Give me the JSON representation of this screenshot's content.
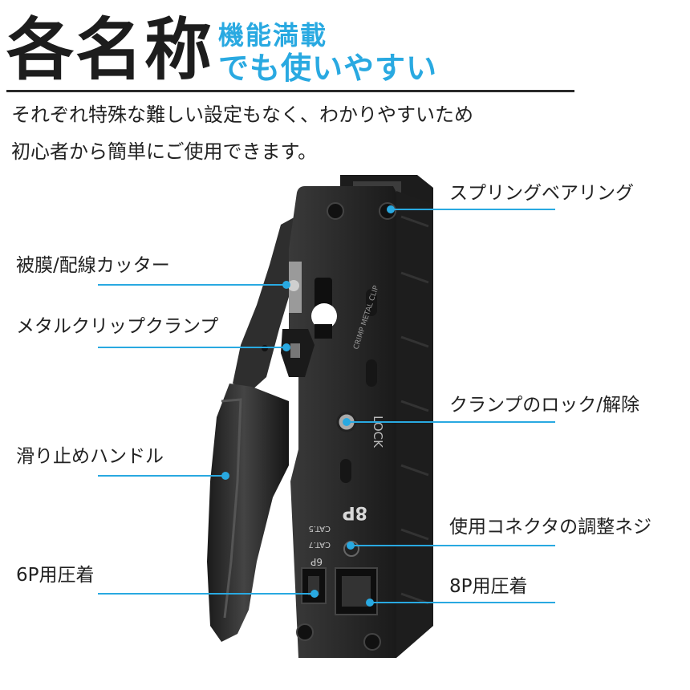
{
  "header": {
    "title": "各名称",
    "subtitle_line1": "機能満載",
    "subtitle_line2": "でも使いやすい"
  },
  "description": {
    "line1": "それぞれ特殊な難しい設定もなく、わかりやすいため",
    "line2": "初心者から簡単にご使用できます。"
  },
  "tool_markings": {
    "crimp_metal_clip": "CRIMP METAL CLIP",
    "lock": "LOCK",
    "size_8p": "8P",
    "cat5": "CAT.5",
    "cat7": "CAT.7",
    "size_6p": "6P"
  },
  "labels": {
    "spring_bearing": "スプリングベアリング",
    "cutter": "被膜/配線カッター",
    "metal_clip_clamp": "メタルクリップクランプ",
    "clamp_lock": "クランプのロック/解除",
    "grip_handle": "滑り止めハンドル",
    "connector_screw": "使用コネクタの調整ネジ",
    "crimp_6p": "6P用圧着",
    "crimp_8p": "8P用圧着"
  },
  "colors": {
    "accent": "#29a9e1",
    "title": "#1d1d1d",
    "tool_body": "#2b2b2b"
  }
}
